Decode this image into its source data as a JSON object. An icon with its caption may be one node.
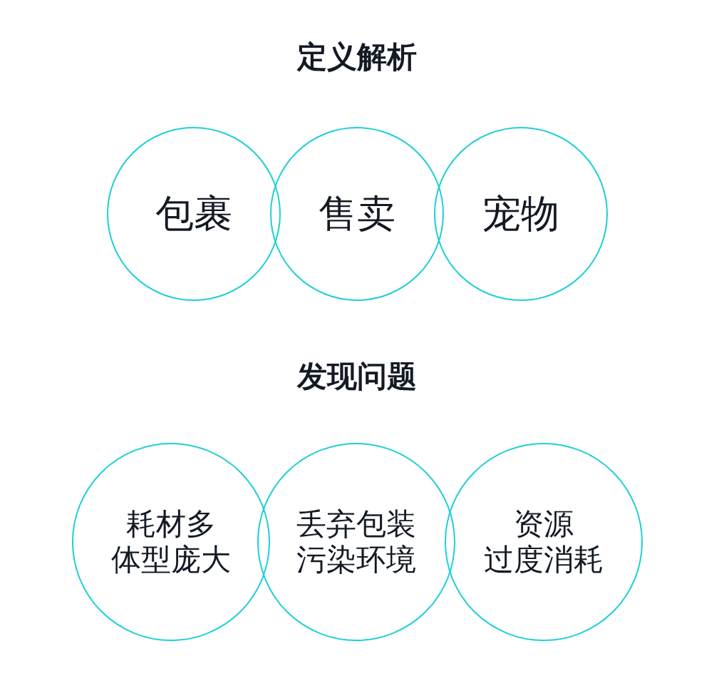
{
  "diagram": {
    "nodes": [
      {
        "text": [
          "包裹"
        ]
      },
      {
        "text": [
          "售卖"
        ]
      },
      {
        "text": [
          "宠物"
        ]
      },
      {
        "text": [
          "耗材多",
          "体型庞大"
        ]
      },
      {
        "text": [
          "丢弃包装",
          "污染环境"
        ]
      },
      {
        "text": [
          "资源",
          "过度消耗"
        ]
      }
    ],
    "labels": [
      "定义解析",
      "发现问题"
    ]
  }
}
